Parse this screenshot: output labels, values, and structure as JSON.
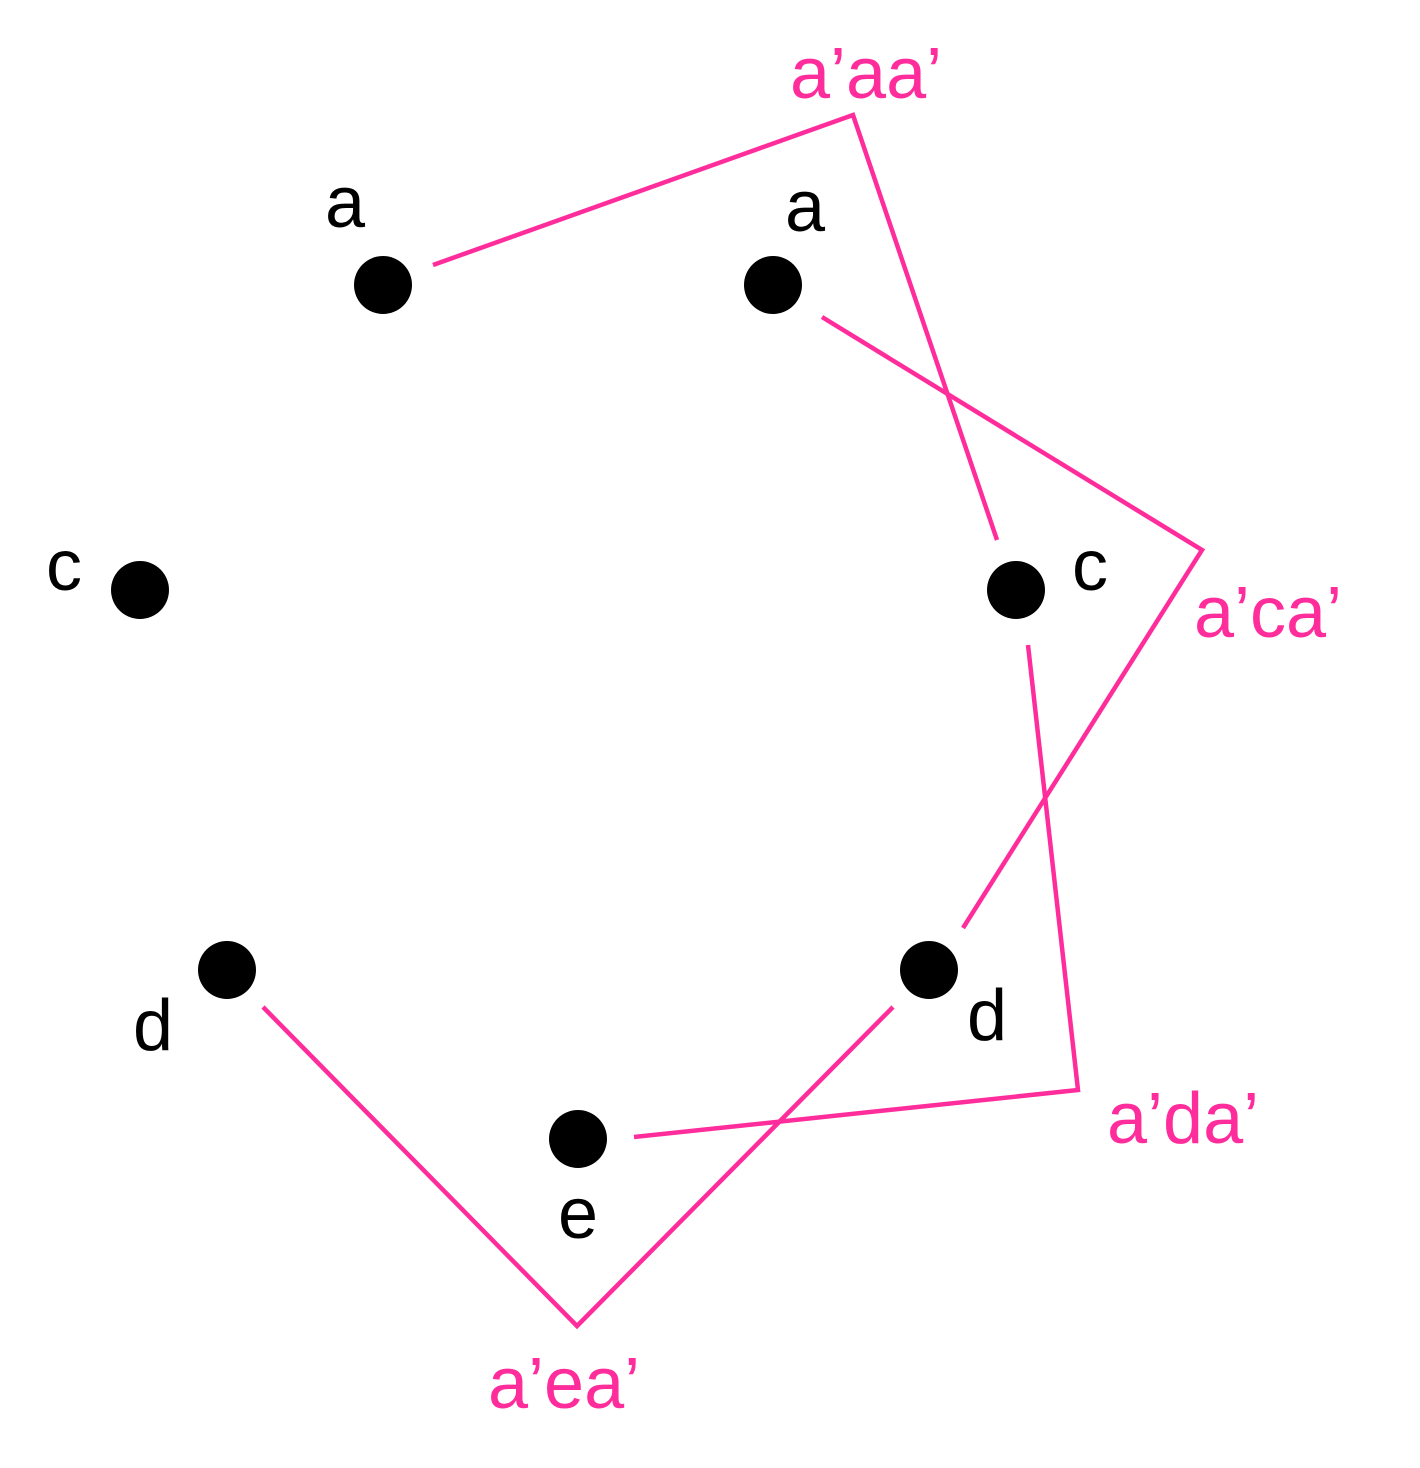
{
  "colors": {
    "background": "#ffffff",
    "node": "#000000",
    "node_label": "#000000",
    "accent": "#ff2d9b"
  },
  "nodes": [
    {
      "id": "a-left",
      "label": "a"
    },
    {
      "id": "a-right",
      "label": "a"
    },
    {
      "id": "c-left",
      "label": "c"
    },
    {
      "id": "c-right",
      "label": "c"
    },
    {
      "id": "d-left",
      "label": "d"
    },
    {
      "id": "d-right",
      "label": "d"
    },
    {
      "id": "e",
      "label": "e"
    }
  ],
  "conjugations": [
    {
      "id": "aaa",
      "label": "a’aa’",
      "from": "a-left",
      "to": "c-right"
    },
    {
      "id": "aca",
      "label": "a’ca’",
      "from": "a-right",
      "to": "d-right"
    },
    {
      "id": "ada",
      "label": "a’da’",
      "from": "c-right",
      "to": "e"
    },
    {
      "id": "aea",
      "label": "a’ea’",
      "from": "d-left",
      "to": "d-right"
    }
  ]
}
